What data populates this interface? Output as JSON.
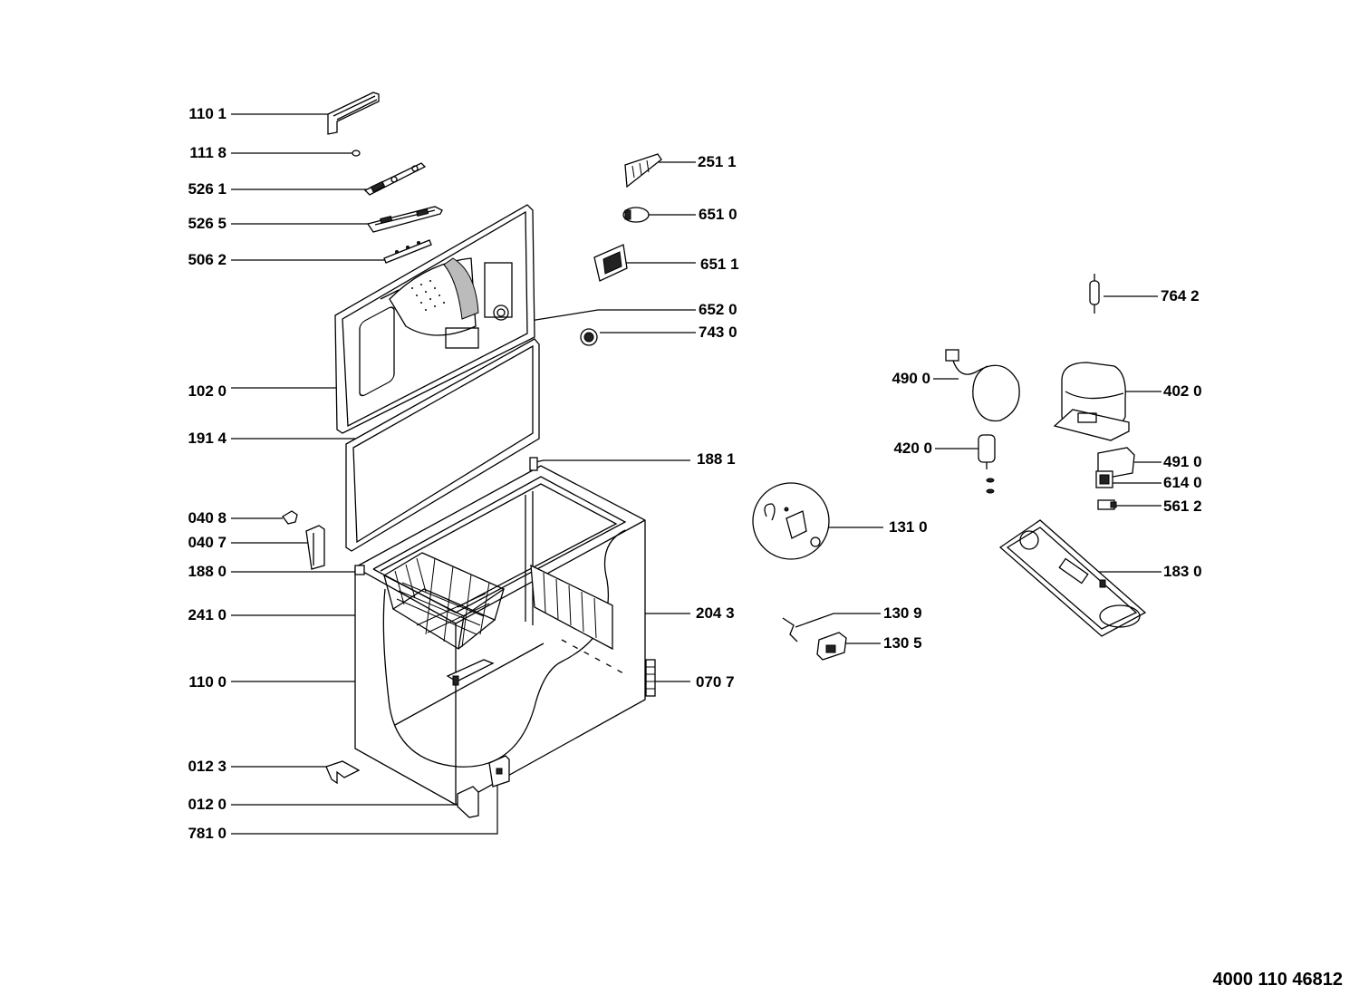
{
  "doc_code": "4000 110 46812",
  "callouts": {
    "p1101": "110 1",
    "p1118": "111 8",
    "p5261": "526 1",
    "p5265": "526 5",
    "p5062": "506 2",
    "p1020": "102 0",
    "p1914": "191 4",
    "p0408": "040 8",
    "p0407": "040 7",
    "p1880": "188 0",
    "p2410": "241 0",
    "p1100": "110 0",
    "p0123": "012 3",
    "p0120": "012 0",
    "p7810": "781 0",
    "p2511": "251 1",
    "p6510": "651 0",
    "p6511": "651 1",
    "p6520": "652 0",
    "p7430": "743 0",
    "p1881": "188 1",
    "p2043": "204 3",
    "p0707": "070 7",
    "p1310": "131 0",
    "p1309": "130 9",
    "p1305": "130 5",
    "p7642": "764 2",
    "p4900": "490 0",
    "p4020": "402 0",
    "p4200": "420 0",
    "p4910": "491 0",
    "p6140": "614 0",
    "p5612": "561 2",
    "p1830": "183 0"
  }
}
